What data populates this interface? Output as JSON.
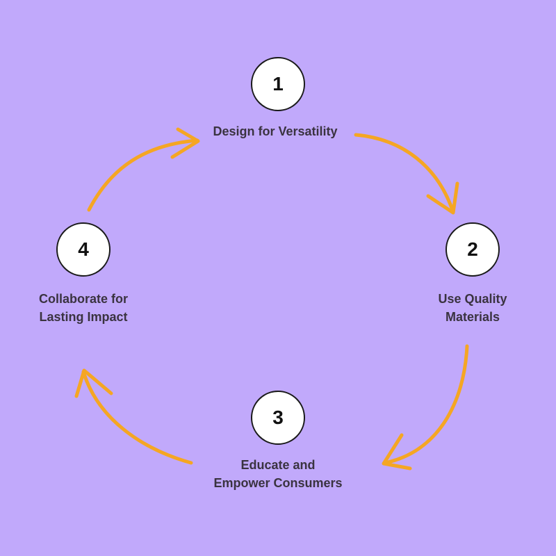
{
  "colors": {
    "background": "#c1a9fb",
    "arrow": "#f5a623",
    "circle_fill": "#ffffff",
    "circle_border": "#1a1a1a",
    "label_text": "#3a3340"
  },
  "steps": [
    {
      "number": "1",
      "label_lines": [
        "Design for Versatility"
      ]
    },
    {
      "number": "2",
      "label_lines": [
        "Use Quality",
        "Materials"
      ]
    },
    {
      "number": "3",
      "label_lines": [
        "Educate and",
        "Empower Consumers"
      ]
    },
    {
      "number": "4",
      "label_lines": [
        "Collaborate for",
        "Lasting Impact"
      ]
    }
  ],
  "arrows": [
    {
      "from": "1",
      "to": "2"
    },
    {
      "from": "2",
      "to": "3"
    },
    {
      "from": "3",
      "to": "4"
    },
    {
      "from": "4",
      "to": "1"
    }
  ]
}
